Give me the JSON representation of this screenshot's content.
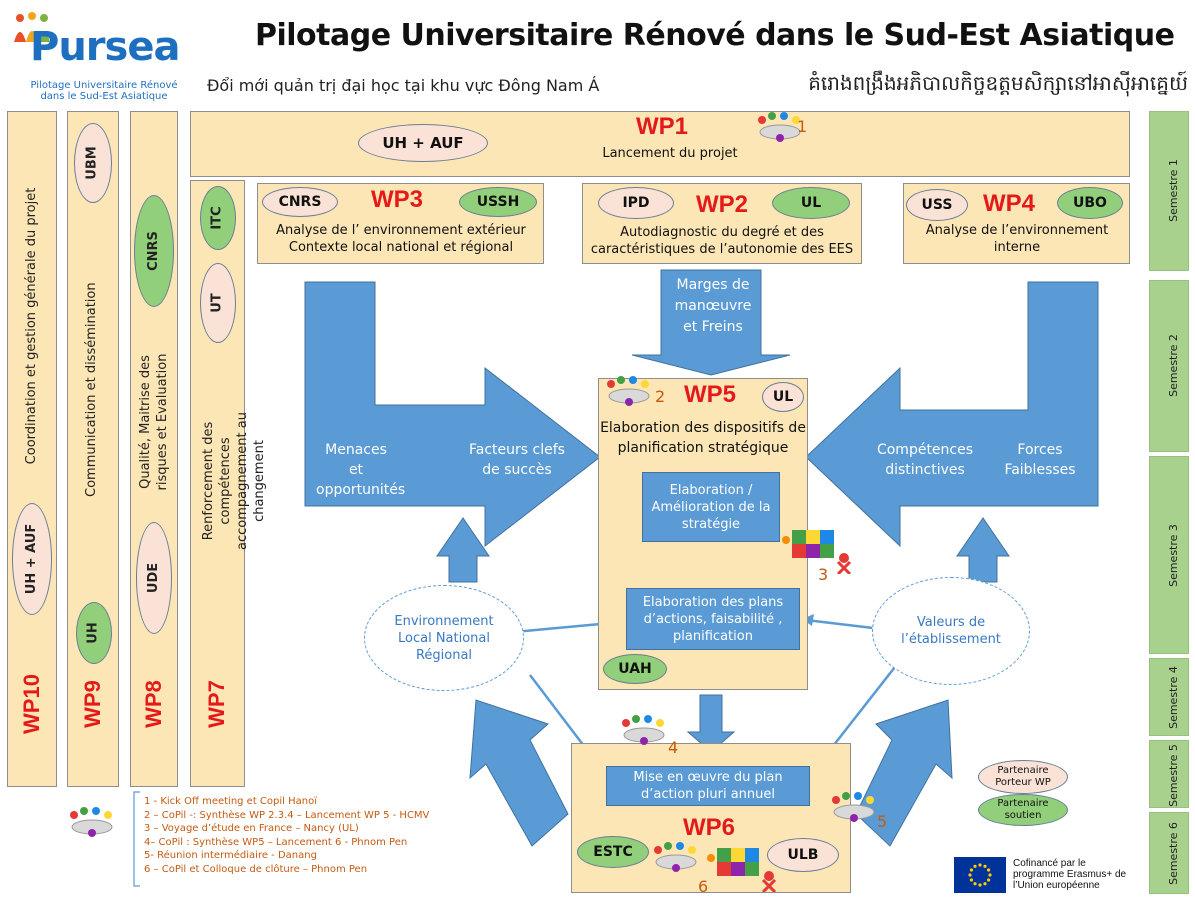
{
  "header": {
    "title": "Pilotage Universitaire Rénové dans le Sud-Est Asiatique",
    "subtitle_vn": "Đổi mới quản trị đại học tại khu vực Đông Nam Á",
    "subtitle_kh": "គំរោងពង្រឹងអភិបាលកិច្ចឧត្តមសិក្សានៅអាស៊ីអាគ្នេយ៍"
  },
  "logo": {
    "name": "Pursea",
    "tagline": "Pilotage Universitaire Rénové dans le Sud-Est Asiatique"
  },
  "columns": [
    {
      "wp": "WP10",
      "text": "Coordination et gestion générale du projet",
      "partners": [
        "UH + AUF"
      ]
    },
    {
      "wp": "WP9",
      "text": "Communication et dissémination",
      "partners": [
        "UBM",
        "UH"
      ]
    },
    {
      "wp": "WP8",
      "text": "Qualité, Maitrise des risques et Evaluation",
      "partners": [
        "CNRS",
        "UDE"
      ]
    },
    {
      "wp": "WP7",
      "text": "Renforcement des compétences accompagnement au changement",
      "partners": [
        "ITC",
        "UT"
      ]
    }
  ],
  "wp1": {
    "label": "WP1",
    "desc": "Lancement du projet",
    "partner": "UH + AUF",
    "step": "1"
  },
  "wp3": {
    "label": "WP3",
    "desc": "Analyse de l’ environnement extérieur Contexte local national et régional",
    "lead": "CNRS",
    "support": "USSH"
  },
  "wp2": {
    "label": "WP2",
    "desc": "Autodiagnostic du degré et des caractéristiques de l’autonomie des EES",
    "lead": "IPD",
    "support": "UL"
  },
  "wp4": {
    "label": "WP4",
    "desc": "Analyse de l’environnement interne",
    "lead": "USS",
    "support": "UBO"
  },
  "wp5": {
    "label": "WP5",
    "lead": "UL",
    "support": "UAH",
    "step": "2",
    "step3": "3",
    "desc": "Elaboration des dispositifs de planification stratégique",
    "box1": "Elaboration / Amélioration de la stratégie",
    "box2": "Elaboration des plans d’actions, faisabilité , planification"
  },
  "wp6": {
    "label": "WP6",
    "lead": "ULB",
    "support": "ESTC",
    "step4": "4",
    "step5": "5",
    "step6": "6",
    "box": "Mise en œuvre du plan d’action pluri annuel"
  },
  "arrows": {
    "top": "Marges de manœuvre et Freins",
    "left_a": "Menaces et opportunités",
    "left_b": "Facteurs clefs de succès",
    "right_a": "Compétences distinctives",
    "right_b": "Forces Faiblesses"
  },
  "ellipses": {
    "env": "Environnement Local National Régional",
    "values": "Valeurs de l’établissement"
  },
  "semesters": [
    "Semestre 1",
    "Semestre 2",
    "Semestre 3",
    "Semestre 4",
    "Semestre 5",
    "Semestre 6"
  ],
  "meetings": [
    "1 - Kick Off meeting et Copil Hanoï",
    "2 – CoPil -: Synthèse WP 2.3.4 – Lancement WP 5 - HCMV",
    "3 – Voyage d’étude en France – Nancy (UL)",
    "4– CoPil : Synthèse WP5 – Lancement 6 - Phnom Pen",
    "5- Réunion intermédiaire - Danang",
    "6 – CoPil et Colloque de clôture – Phnom Pen"
  ],
  "legend": {
    "lead": "Partenaire Porteur WP",
    "support": "Partenaire soutien"
  },
  "erasmus": {
    "text": "Cofinancé par le programme Erasmus+ de l’Union européenne"
  },
  "colors": {
    "box_fill": "#fce6b5",
    "arrow_blue": "#5b9bd5",
    "wp_red": "#e41a1a",
    "lead_pink": "#fbe2d6",
    "support_green": "#92cf7a",
    "semester_green": "#a9d18e"
  }
}
